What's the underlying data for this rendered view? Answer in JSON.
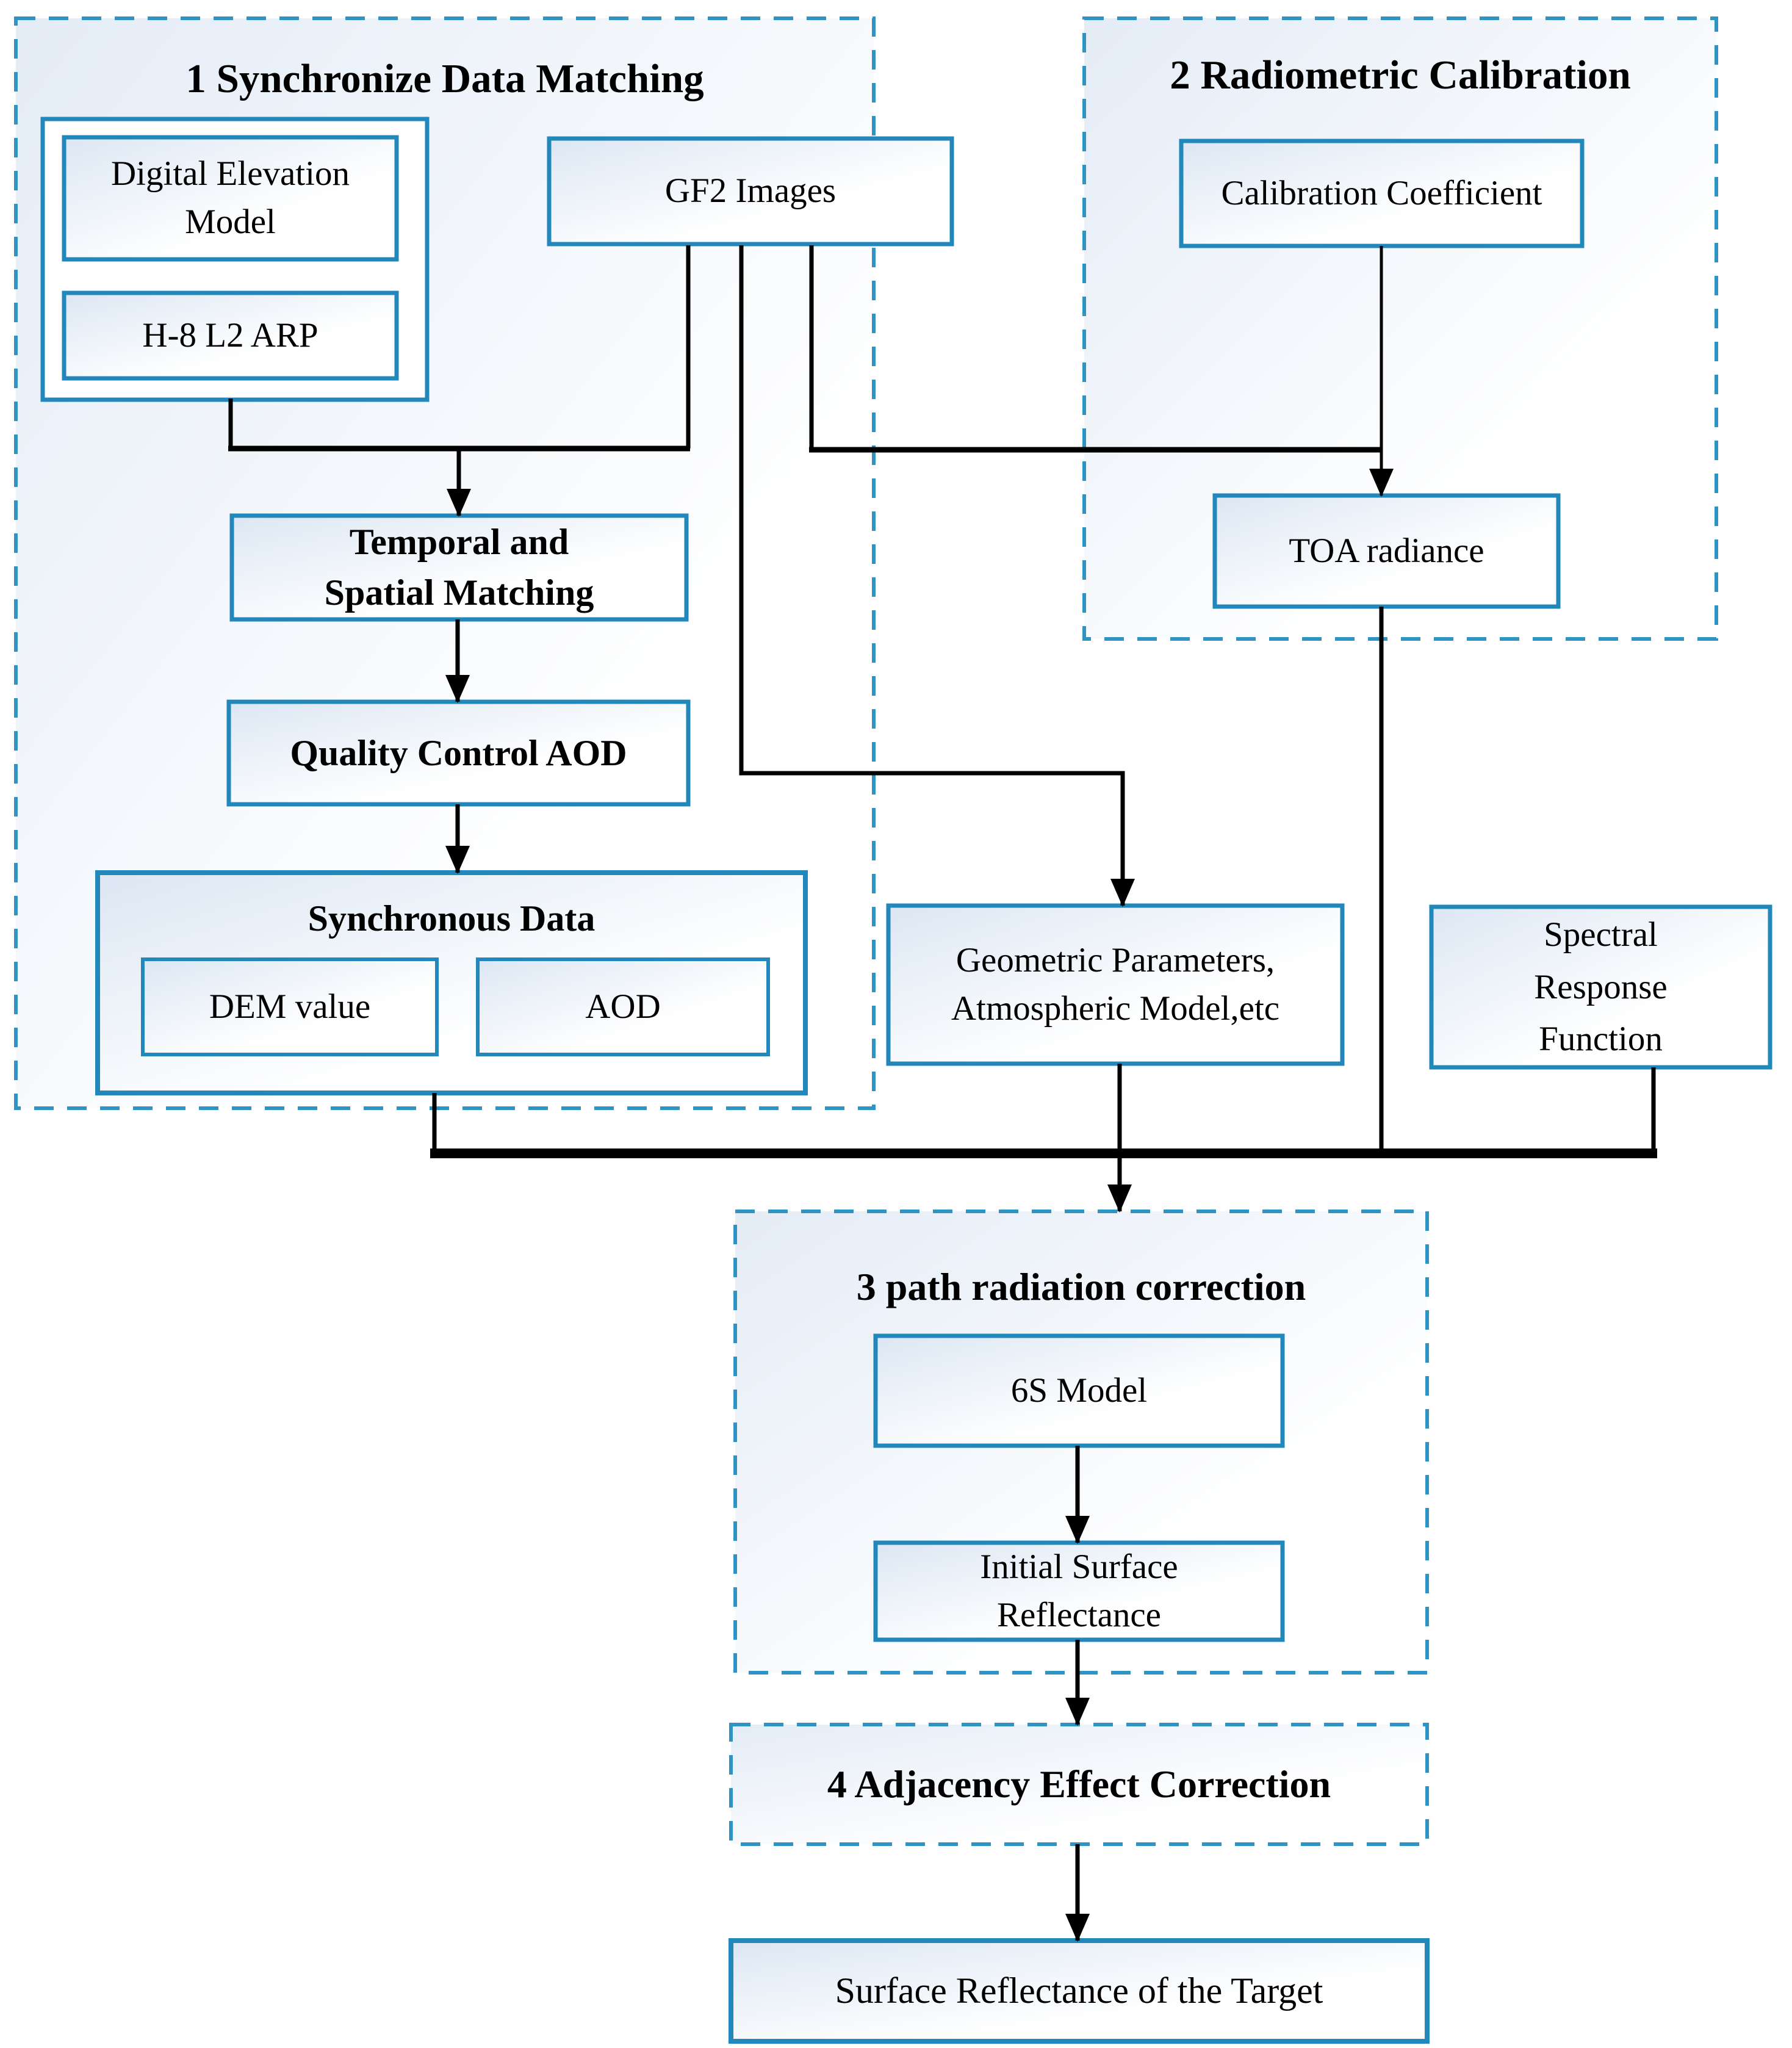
{
  "figure": {
    "type": "flowchart",
    "background": "#ffffff",
    "accent_border_color": "#2287ba",
    "dashed_border_color": "#2f94c4",
    "line_color": "#000000",
    "box_fill_gradient": [
      "#dce7f3",
      "#ffffff"
    ]
  },
  "groups": [
    {
      "title": "1 Synchronize Data Matching"
    },
    {
      "title": "2 Radiometric Calibration"
    },
    {
      "title": "3 path radiation correction"
    },
    {
      "title": "4 Adjacency Effect Correction"
    }
  ],
  "nodes": {
    "digital_elevation_model": "Digital Elevation Model",
    "h8_l2_arp": "H-8 L2 ARP",
    "gf2_images": "GF2 Images",
    "calibration_coefficient": "Calibration Coefficient",
    "toa_radiance": "TOA radiance",
    "temporal_spatial_matching": "Temporal and Spatial Matching",
    "quality_control_aod": "Quality Control AOD",
    "synchronous_data": "Synchronous Data",
    "dem_value": "DEM value",
    "aod": "AOD",
    "geometric_parameters": "Geometric Parameters, Atmospheric Model,etc",
    "spectral_response_function": "Spectral Response Function",
    "six_s_model": "6S Model",
    "initial_surface_reflectance": "Initial Surface Reflectance",
    "surface_reflectance_target": "Surface Reflectance of the Target"
  }
}
